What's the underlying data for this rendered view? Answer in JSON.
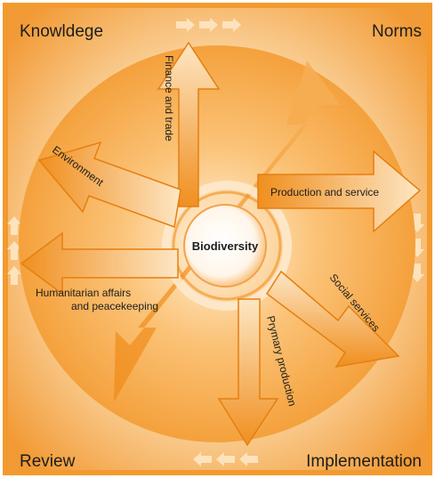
{
  "corners": {
    "top_left": "Knowldege",
    "top_right": "Norms",
    "bottom_left": "Review",
    "bottom_right": "Implementation"
  },
  "center_label": "Biodiversity",
  "arrows": {
    "finance": "Finance and trade",
    "production_service": "Production and service",
    "social": "Social services",
    "primary": "Prymary production",
    "humanitarian_line1": "Humanitarian affairs",
    "humanitarian_line2": "and peacekeeping",
    "environment": "Environment"
  },
  "colors": {
    "frame": "#f39a2e",
    "disc": "#f5a94a",
    "arrow": "#f08f1f",
    "arrow_light": "#fde3bd",
    "hub": "#ffffff"
  }
}
